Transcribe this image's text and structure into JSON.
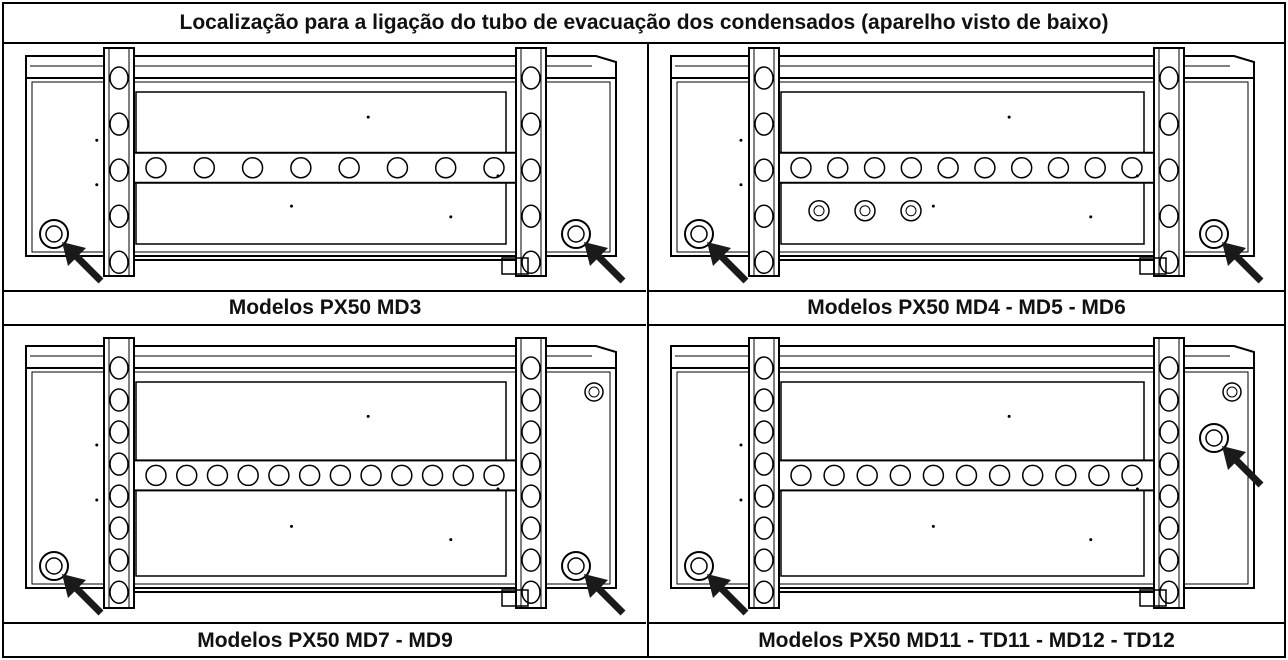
{
  "title": "Localização para a ligação do tubo de evacuação dos condensados (aparelho visto de baixo)",
  "panels": [
    {
      "caption": "Modelos PX50 MD3",
      "holes": 8,
      "lower_holes": 0,
      "right_extra": false
    },
    {
      "caption": "Modelos PX50 MD4 - MD5 - MD6",
      "holes": 10,
      "lower_holes": 3,
      "right_extra": false
    },
    {
      "caption": "Modelos PX50 MD7 - MD9",
      "holes": 12,
      "lower_holes": 0,
      "right_extra": true
    },
    {
      "caption": "Modelos PX50 MD11 - TD11 - MD12 - TD12",
      "holes": 11,
      "lower_holes": 0,
      "right_extra": true
    }
  ],
  "colors": {
    "line": "#000000",
    "background": "#ffffff",
    "arrow": "#1a1a1a"
  }
}
